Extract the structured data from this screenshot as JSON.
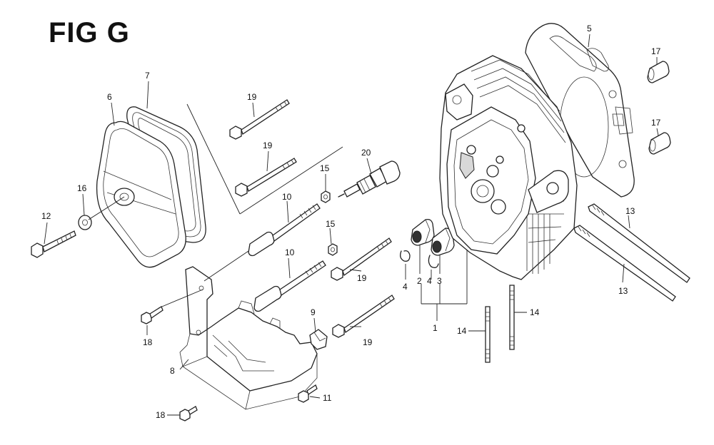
{
  "figure": {
    "title": "FIG G"
  },
  "callouts": [
    {
      "id": "c1",
      "label": "1"
    },
    {
      "id": "c2",
      "label": "2"
    },
    {
      "id": "c3",
      "label": "3"
    },
    {
      "id": "c4a",
      "label": "4"
    },
    {
      "id": "c4b",
      "label": "4"
    },
    {
      "id": "c5",
      "label": "5"
    },
    {
      "id": "c6",
      "label": "6"
    },
    {
      "id": "c7",
      "label": "7"
    },
    {
      "id": "c8",
      "label": "8"
    },
    {
      "id": "c9",
      "label": "9"
    },
    {
      "id": "c10a",
      "label": "10"
    },
    {
      "id": "c10b",
      "label": "10"
    },
    {
      "id": "c11",
      "label": "11"
    },
    {
      "id": "c12",
      "label": "12"
    },
    {
      "id": "c13a",
      "label": "13"
    },
    {
      "id": "c13b",
      "label": "13"
    },
    {
      "id": "c14a",
      "label": "14"
    },
    {
      "id": "c14b",
      "label": "14"
    },
    {
      "id": "c15a",
      "label": "15"
    },
    {
      "id": "c15b",
      "label": "15"
    },
    {
      "id": "c16",
      "label": "16"
    },
    {
      "id": "c17a",
      "label": "17"
    },
    {
      "id": "c17b",
      "label": "17"
    },
    {
      "id": "c18a",
      "label": "18"
    },
    {
      "id": "c18b",
      "label": "18"
    },
    {
      "id": "c19a",
      "label": "19"
    },
    {
      "id": "c19b",
      "label": "19"
    },
    {
      "id": "c19c",
      "label": "19"
    },
    {
      "id": "c19d",
      "label": "19"
    },
    {
      "id": "c20",
      "label": "20"
    }
  ]
}
